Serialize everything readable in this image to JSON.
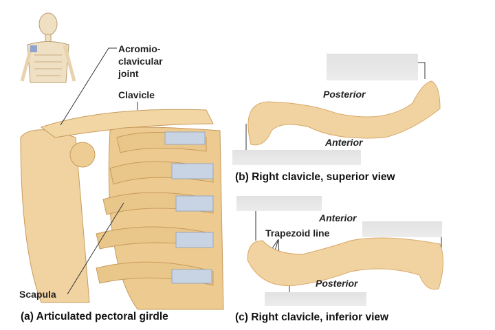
{
  "labels": {
    "acromio_line1": "Acromio-",
    "acromio_line2": "clavicular",
    "acromio_line3": "joint",
    "clavicle": "Clavicle",
    "scapula": "Scapula",
    "posterior_b": "Posterior",
    "anterior_b": "Anterior",
    "anterior_c": "Anterior",
    "trapezoid_line": "Trapezoid line",
    "posterior_c": "Posterior"
  },
  "captions": {
    "a": "(a) Articulated pectoral girdle",
    "b": "(b) Right clavicle, superior view",
    "c": "(c) Right clavicle, inferior view"
  },
  "colors": {
    "bone": "#f0d3a0",
    "bone_shadow": "#d9a868",
    "cartilage": "#c8d4e4",
    "blank": "#e6e6e6"
  }
}
